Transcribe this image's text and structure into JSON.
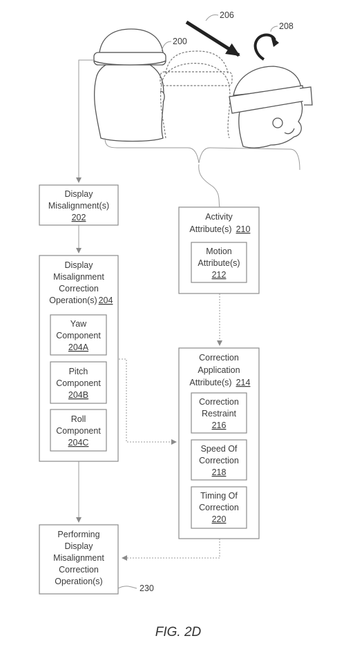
{
  "labels": {
    "hmd": "200",
    "arrow": "206",
    "rotation": "208",
    "misalignment_line1": "Display",
    "misalignment_line2": "Misalignment(s)",
    "misalignment_ref": "202",
    "correction_op_line1": "Display",
    "correction_op_line2": "Misalignment",
    "correction_op_line3": "Correction",
    "correction_op_line4": "Operation(s)",
    "correction_op_ref": "204",
    "yaw_line1": "Yaw",
    "yaw_line2": "Component",
    "yaw_ref": "204A",
    "pitch_line1": "Pitch",
    "pitch_line2": "Component",
    "pitch_ref": "204B",
    "roll_line1": "Roll",
    "roll_line2": "Component",
    "roll_ref": "204C",
    "activity_line1": "Activity",
    "activity_line2": "Attribute(s)",
    "activity_ref": "210",
    "motion_line1": "Motion",
    "motion_line2": "Attribute(s)",
    "motion_ref": "212",
    "app_line1": "Correction",
    "app_line2": "Application",
    "app_line3": "Attribute(s)",
    "app_ref": "214",
    "restraint_line1": "Correction",
    "restraint_line2": "Restraint",
    "restraint_ref": "216",
    "speed_line1": "Speed Of",
    "speed_line2": "Correction",
    "speed_ref": "218",
    "timing_line1": "Timing Of",
    "timing_line2": "Correction",
    "timing_ref": "220",
    "perform_line1": "Performing",
    "perform_line2": "Display",
    "perform_line3": "Misalignment",
    "perform_line4": "Correction",
    "perform_line5": "Operation(s)",
    "perform_ref": "230",
    "figure": "FIG. 2D"
  }
}
